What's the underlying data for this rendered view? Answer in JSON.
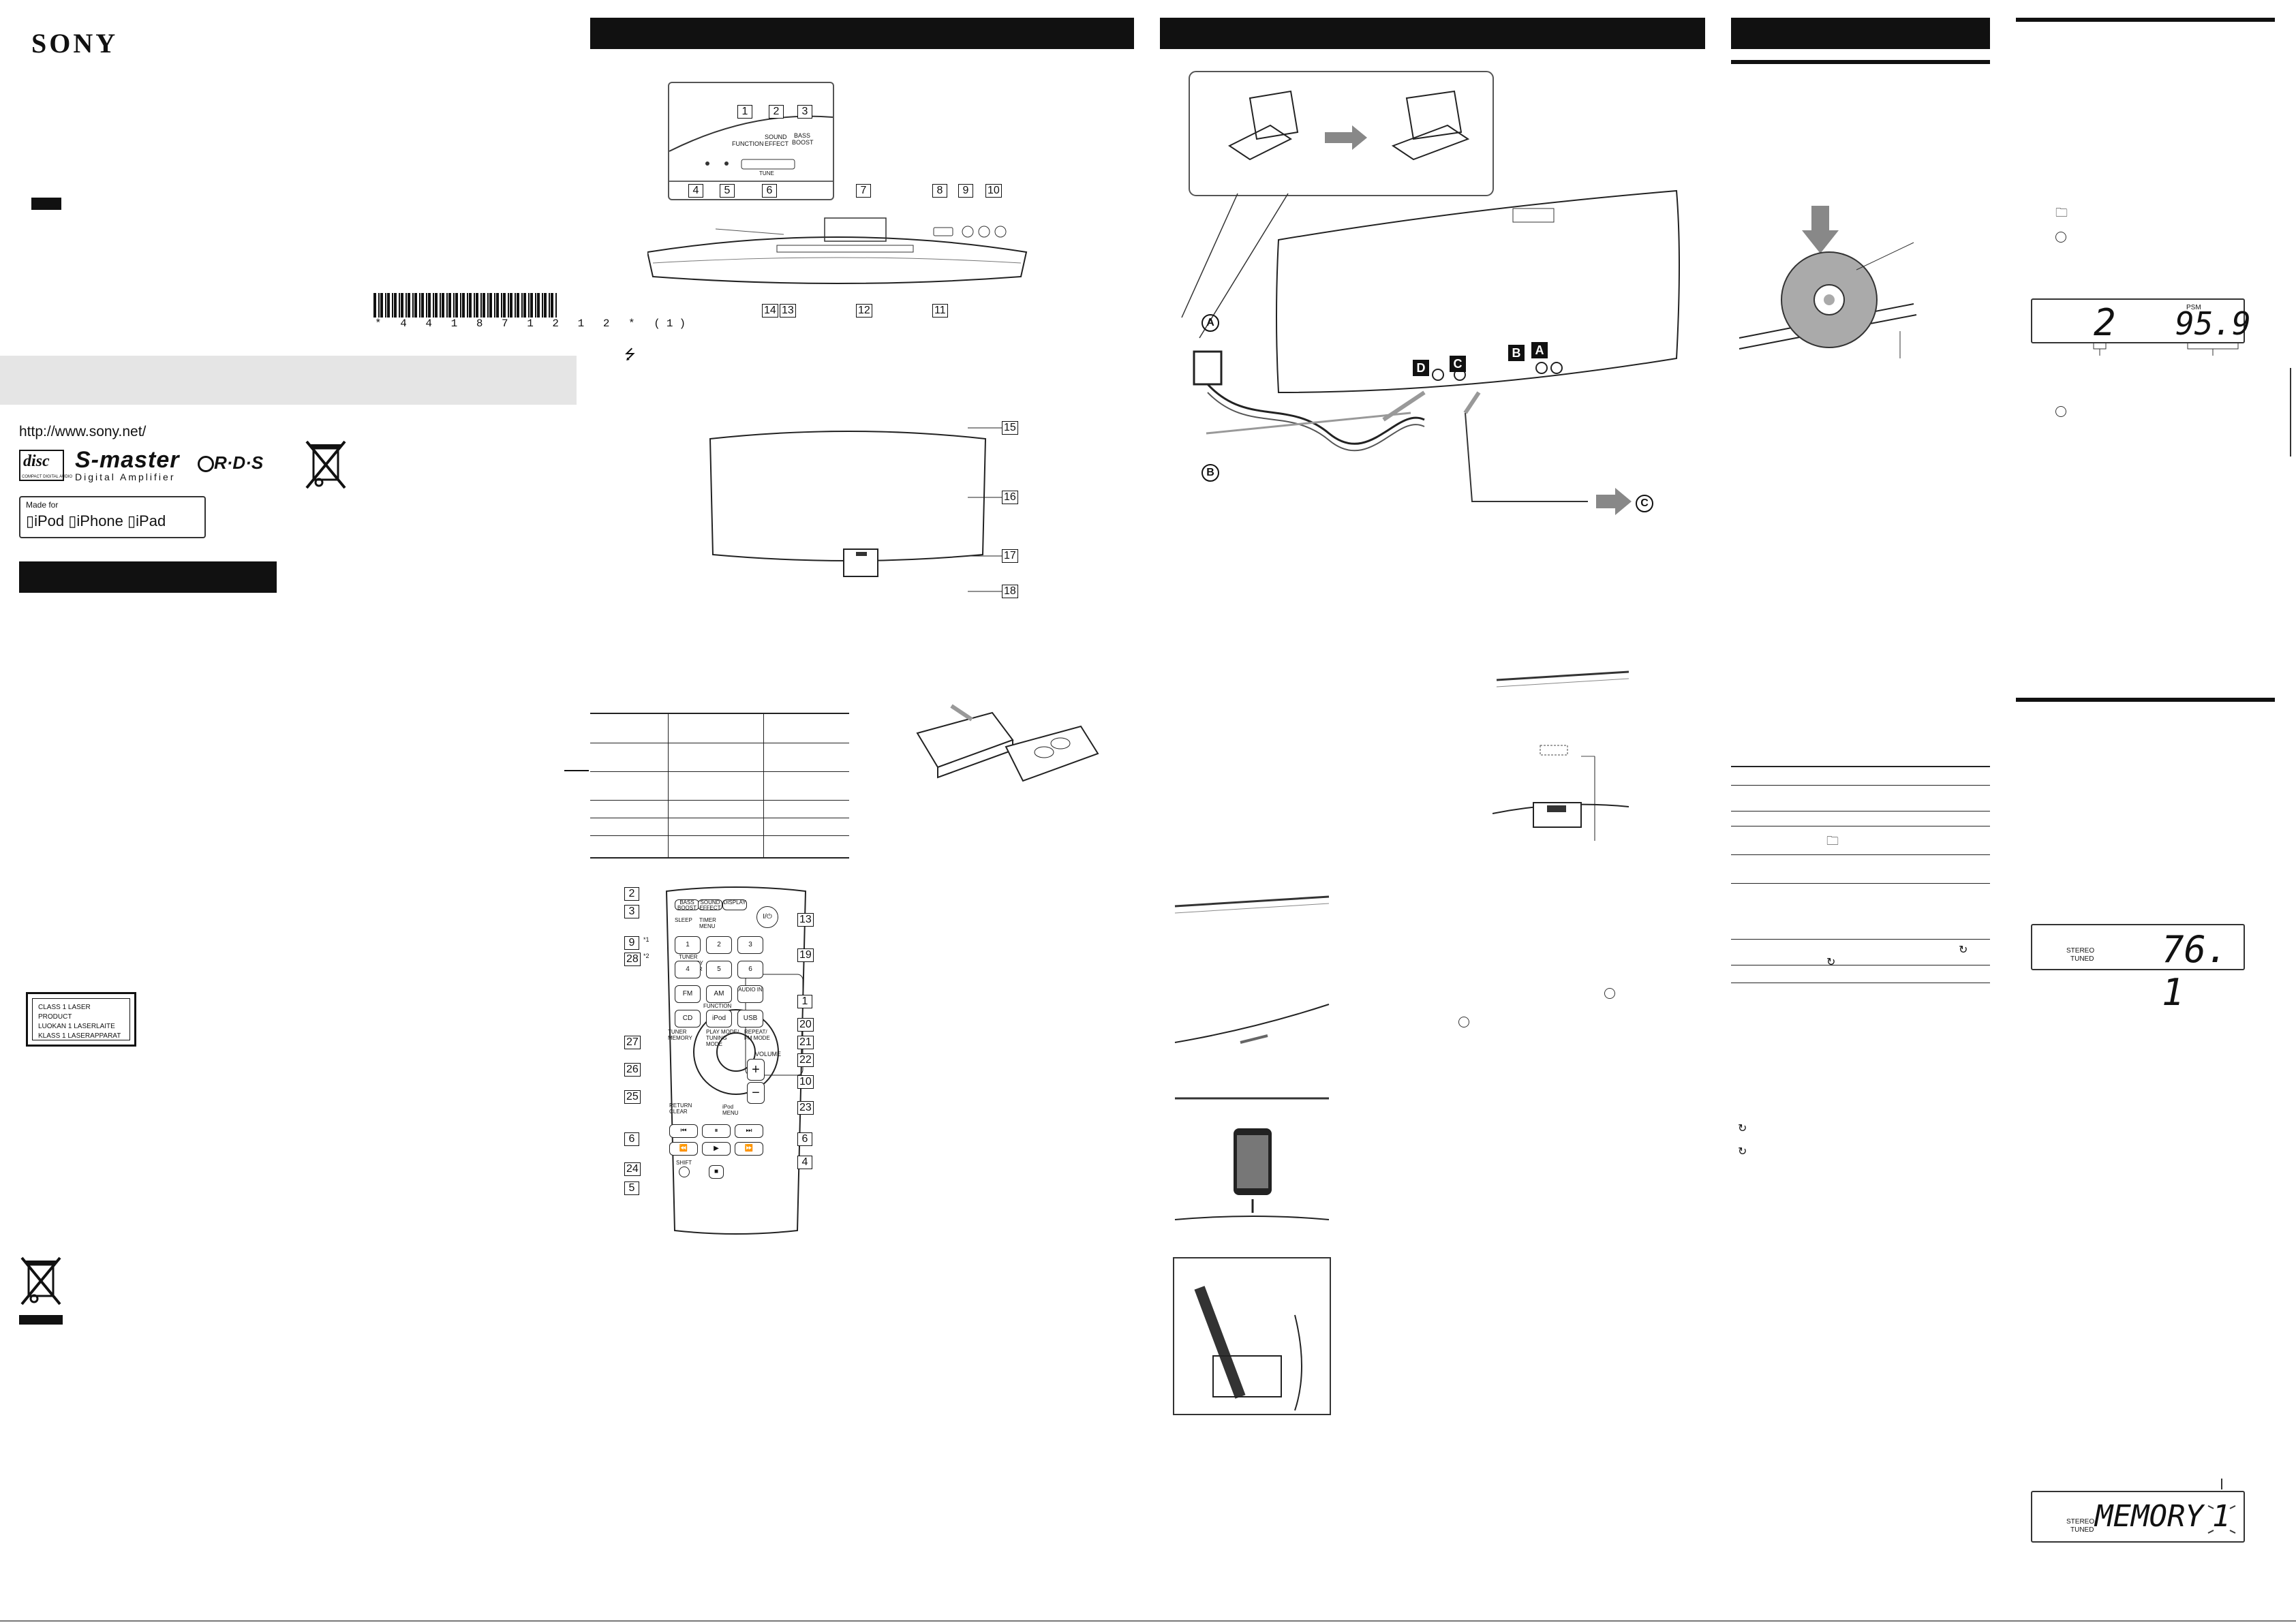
{
  "brand": {
    "logo": "SONY"
  },
  "left": {
    "barcode_number": "* 4 4 1 8 7 1 2 1 2 * (1)",
    "url": "http://www.sony.net/",
    "logos": {
      "compact_disc": "COMPACT DIGITAL AUDIO",
      "smaster": "S-master",
      "smaster_sub": "Digital Amplifier",
      "rds": "R·D·S"
    },
    "made_for": {
      "title": "Made for",
      "ipod": "iPod",
      "iphone": "iPhone",
      "ipad": "iPad"
    },
    "laser_label": [
      "CLASS 1 LASER PRODUCT",
      "LUOKAN 1 LASERLAITE",
      "KLASS 1 LASERAPPARAT"
    ]
  },
  "column2": {
    "inset_labels": {
      "function": "FUNCTION",
      "sound_effect": "SOUND EFFECT",
      "bass_boost": "BASS BOOST",
      "tune": "TUNE"
    },
    "callouts_top": [
      "1",
      "2",
      "3",
      "4",
      "5",
      "6",
      "7",
      "8",
      "9",
      "10"
    ],
    "callouts_bottom": [
      "14",
      "13",
      "12",
      "11"
    ],
    "callouts_side": [
      "15",
      "16",
      "17",
      "18"
    ],
    "usb_icon": "usb-icon",
    "remote": {
      "buttons": {
        "bass_boost": "BASS BOOST",
        "sound_effect": "SOUND EFFECT",
        "display": "DISPLAY",
        "power": "I/⏻",
        "sleep": "SLEEP",
        "timer_menu": "TIMER MENU",
        "tuner_memory_number": "TUNER MEMORY NUMBER",
        "digits": [
          "1",
          "2",
          "3",
          "4",
          "5",
          "6"
        ],
        "fm": "FM",
        "am": "AM",
        "audio_in": "AUDIO IN",
        "function": "FUNCTION",
        "cd": "CD",
        "ipod": "iPod",
        "usb": "USB",
        "tuner_memory": "TUNER MEMORY",
        "play_mode": "PLAY MODE/ TUNING MODE",
        "repeat_fm_mode": "REPEAT/ FM MODE",
        "volume": "VOLUME",
        "plus": "+",
        "minus": "−",
        "return_clear": "RETURN CLEAR",
        "ipod_menu": "iPod MENU",
        "shift": "SHIFT"
      },
      "callouts_left": [
        "2",
        "3",
        "9",
        "28",
        "27",
        "26",
        "25",
        "6",
        "24",
        "5"
      ],
      "callouts_right": [
        "13",
        "19",
        "1",
        "20",
        "21",
        "22",
        "10",
        "23",
        "6",
        "4"
      ],
      "superscripts": {
        "a": "*1",
        "b": "*2"
      }
    }
  },
  "column3": {
    "markers": {
      "a": "A",
      "b": "B",
      "c": "C",
      "d": "D"
    }
  },
  "column4": {
    "rows": [
      {
        "a": "",
        "b": ""
      },
      {
        "a": "",
        "b": ""
      },
      {
        "a": "",
        "b": ""
      },
      {
        "a": "",
        "b": ""
      },
      {
        "a": "",
        "b": ""
      },
      {
        "a": "",
        "b": ""
      },
      {
        "a": "",
        "b": ""
      },
      {
        "a": "",
        "b": ""
      }
    ]
  },
  "column5": {
    "display1": {
      "left": "2",
      "label": "PSM",
      "right": "95.9"
    },
    "display2": {
      "label_top": "STEREO",
      "label_bottom": "TUNED",
      "value": "76. 1"
    },
    "display3": {
      "label_top": "STEREO",
      "label_bottom": "TUNED",
      "value": "MEMORY",
      "digit": "1"
    }
  }
}
